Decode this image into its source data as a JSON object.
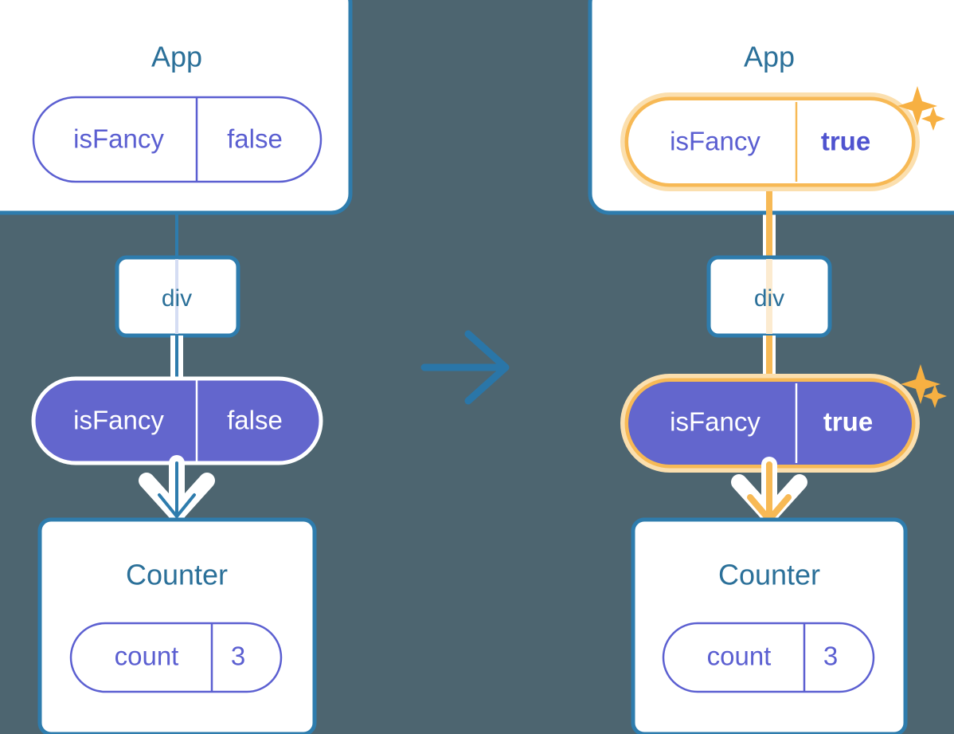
{
  "diagram": {
    "type": "react-state-propagation",
    "background_color": "#4d6570",
    "transition_icon": "arrow-right-icon",
    "panels": [
      {
        "id": "before",
        "position": "left",
        "highlighted": false,
        "app": {
          "title": "App",
          "state_pill": {
            "key": "isFancy",
            "value": "false",
            "style": "outline",
            "highlighted": false,
            "bold_value": false
          }
        },
        "div": {
          "label": "div"
        },
        "prop_pill": {
          "key": "isFancy",
          "value": "false",
          "style": "filled",
          "highlighted": false,
          "bold_value": false
        },
        "counter": {
          "title": "Counter",
          "state_pill": {
            "key": "count",
            "value": "3",
            "style": "outline",
            "highlighted": false,
            "bold_value": false
          }
        }
      },
      {
        "id": "after",
        "position": "right",
        "highlighted": true,
        "app": {
          "title": "App",
          "state_pill": {
            "key": "isFancy",
            "value": "true",
            "style": "outline",
            "highlighted": true,
            "bold_value": true
          }
        },
        "div": {
          "label": "div"
        },
        "prop_pill": {
          "key": "isFancy",
          "value": "true",
          "style": "filled",
          "highlighted": true,
          "bold_value": true
        },
        "counter": {
          "title": "Counter",
          "state_pill": {
            "key": "count",
            "value": "3",
            "style": "outline",
            "highlighted": false,
            "bold_value": false
          }
        }
      }
    ],
    "colors": {
      "background": "#4d6570",
      "box_border": "#2e7cad",
      "title_text": "#2b7099",
      "pill_outline": "#5b5fd1",
      "pill_filled": "#6366cd",
      "highlight_ring": "#f7b955",
      "highlight_glow": "#fbdfae",
      "sparkle": "#f7b042",
      "arrow": "#2a76a8",
      "white": "#ffffff"
    }
  }
}
